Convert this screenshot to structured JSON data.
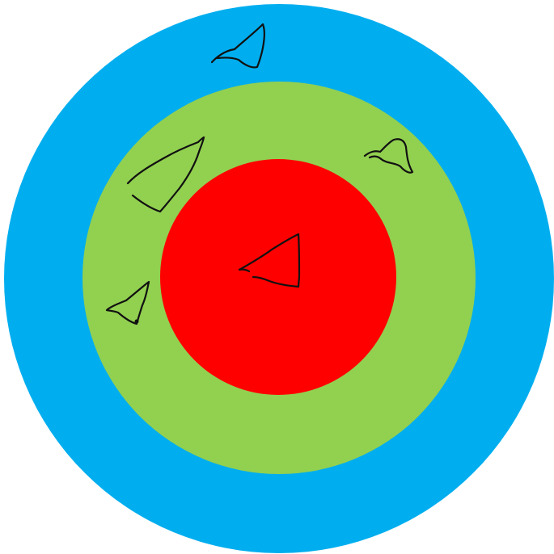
{
  "diagram": {
    "rings": [
      {
        "name": "outer-ring",
        "color": "#00AEEF"
      },
      {
        "name": "middle-ring",
        "color": "#92D050"
      },
      {
        "name": "inner-ring",
        "color": "#FF0000"
      }
    ],
    "sketch_color": "#111111",
    "sketches": [
      {
        "name": "hand-drawn-triangle-outer-top",
        "ring": "outer-ring"
      },
      {
        "name": "hand-drawn-triangle-middle-left-top",
        "ring": "middle-ring"
      },
      {
        "name": "hand-drawn-triangle-middle-right",
        "ring": "middle-ring"
      },
      {
        "name": "hand-drawn-triangle-middle-left-bottom",
        "ring": "middle-ring"
      },
      {
        "name": "hand-drawn-triangle-center",
        "ring": "inner-ring"
      }
    ]
  }
}
